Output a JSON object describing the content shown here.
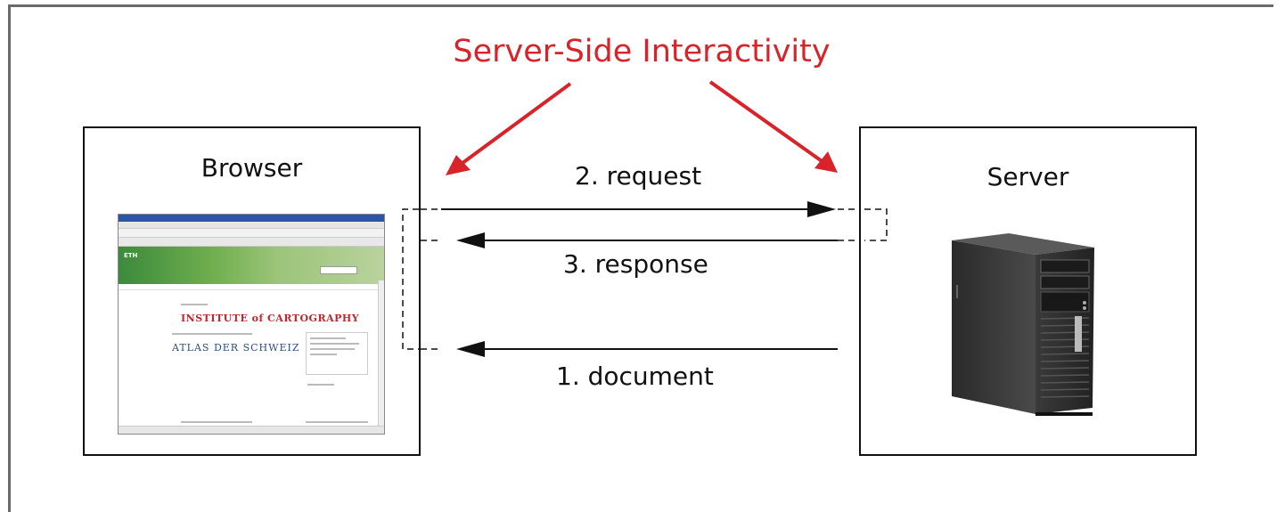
{
  "title": "Server-Side Interactivity",
  "browser": {
    "label": "Browser"
  },
  "server": {
    "label": "Server"
  },
  "flows": {
    "request": "2. request",
    "response": "3. response",
    "document": "1. document"
  },
  "screenshot": {
    "institute_text": "INSTITUTE of CARTOGRAPHY",
    "atlas_text": "ATLAS DER SCHWEIZ"
  },
  "colors": {
    "accent": "#d8232a",
    "line": "#111111"
  }
}
